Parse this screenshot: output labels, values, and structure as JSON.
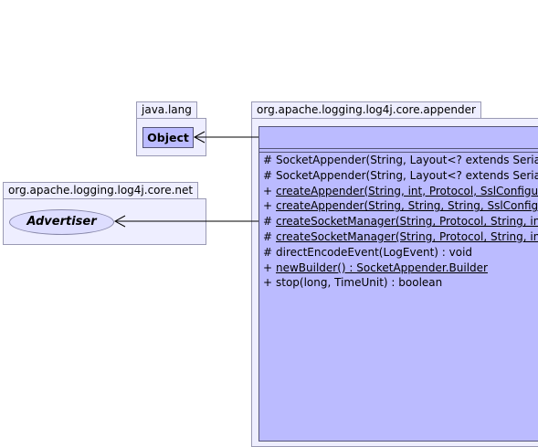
{
  "packages": {
    "java_lang": {
      "name": "java.lang"
    },
    "core_net": {
      "name": "org.apache.logging.log4j.core.net"
    },
    "core_appender": {
      "name": "org.apache.logging.log4j.core.appender"
    }
  },
  "classes": {
    "object": {
      "name": "Object"
    },
    "advertiser": {
      "name": "Advertiser"
    }
  },
  "members": [
    {
      "vis": "#",
      "sig": "SocketAppender(String, Layout<? extends Serializa",
      "static": false
    },
    {
      "vis": "#",
      "sig": "SocketAppender(String, Layout<? extends Serializa",
      "static": false
    },
    {
      "vis": "+",
      "sig": "createAppender(String, int, Protocol, SslConfigurat",
      "static": true
    },
    {
      "vis": "+",
      "sig": "createAppender(String, String, String, SslConfigura",
      "static": true
    },
    {
      "vis": "#",
      "sig": "createSocketManager(String, Protocol, String, int, in",
      "static": true
    },
    {
      "vis": "#",
      "sig": "createSocketManager(String, Protocol, String, int, in",
      "static": true
    },
    {
      "vis": "#",
      "sig": "directEncodeEvent(LogEvent) : void",
      "static": false
    },
    {
      "vis": "+",
      "sig": "newBuilder() : SocketAppender.Builder",
      "static": true
    },
    {
      "vis": "+",
      "sig": "stop(long, TimeUnit) : boolean",
      "static": false
    }
  ],
  "colors": {
    "package_fill": "#eeeeff",
    "class_fill": "#bbbbff",
    "interface_fill": "#ddddff"
  }
}
